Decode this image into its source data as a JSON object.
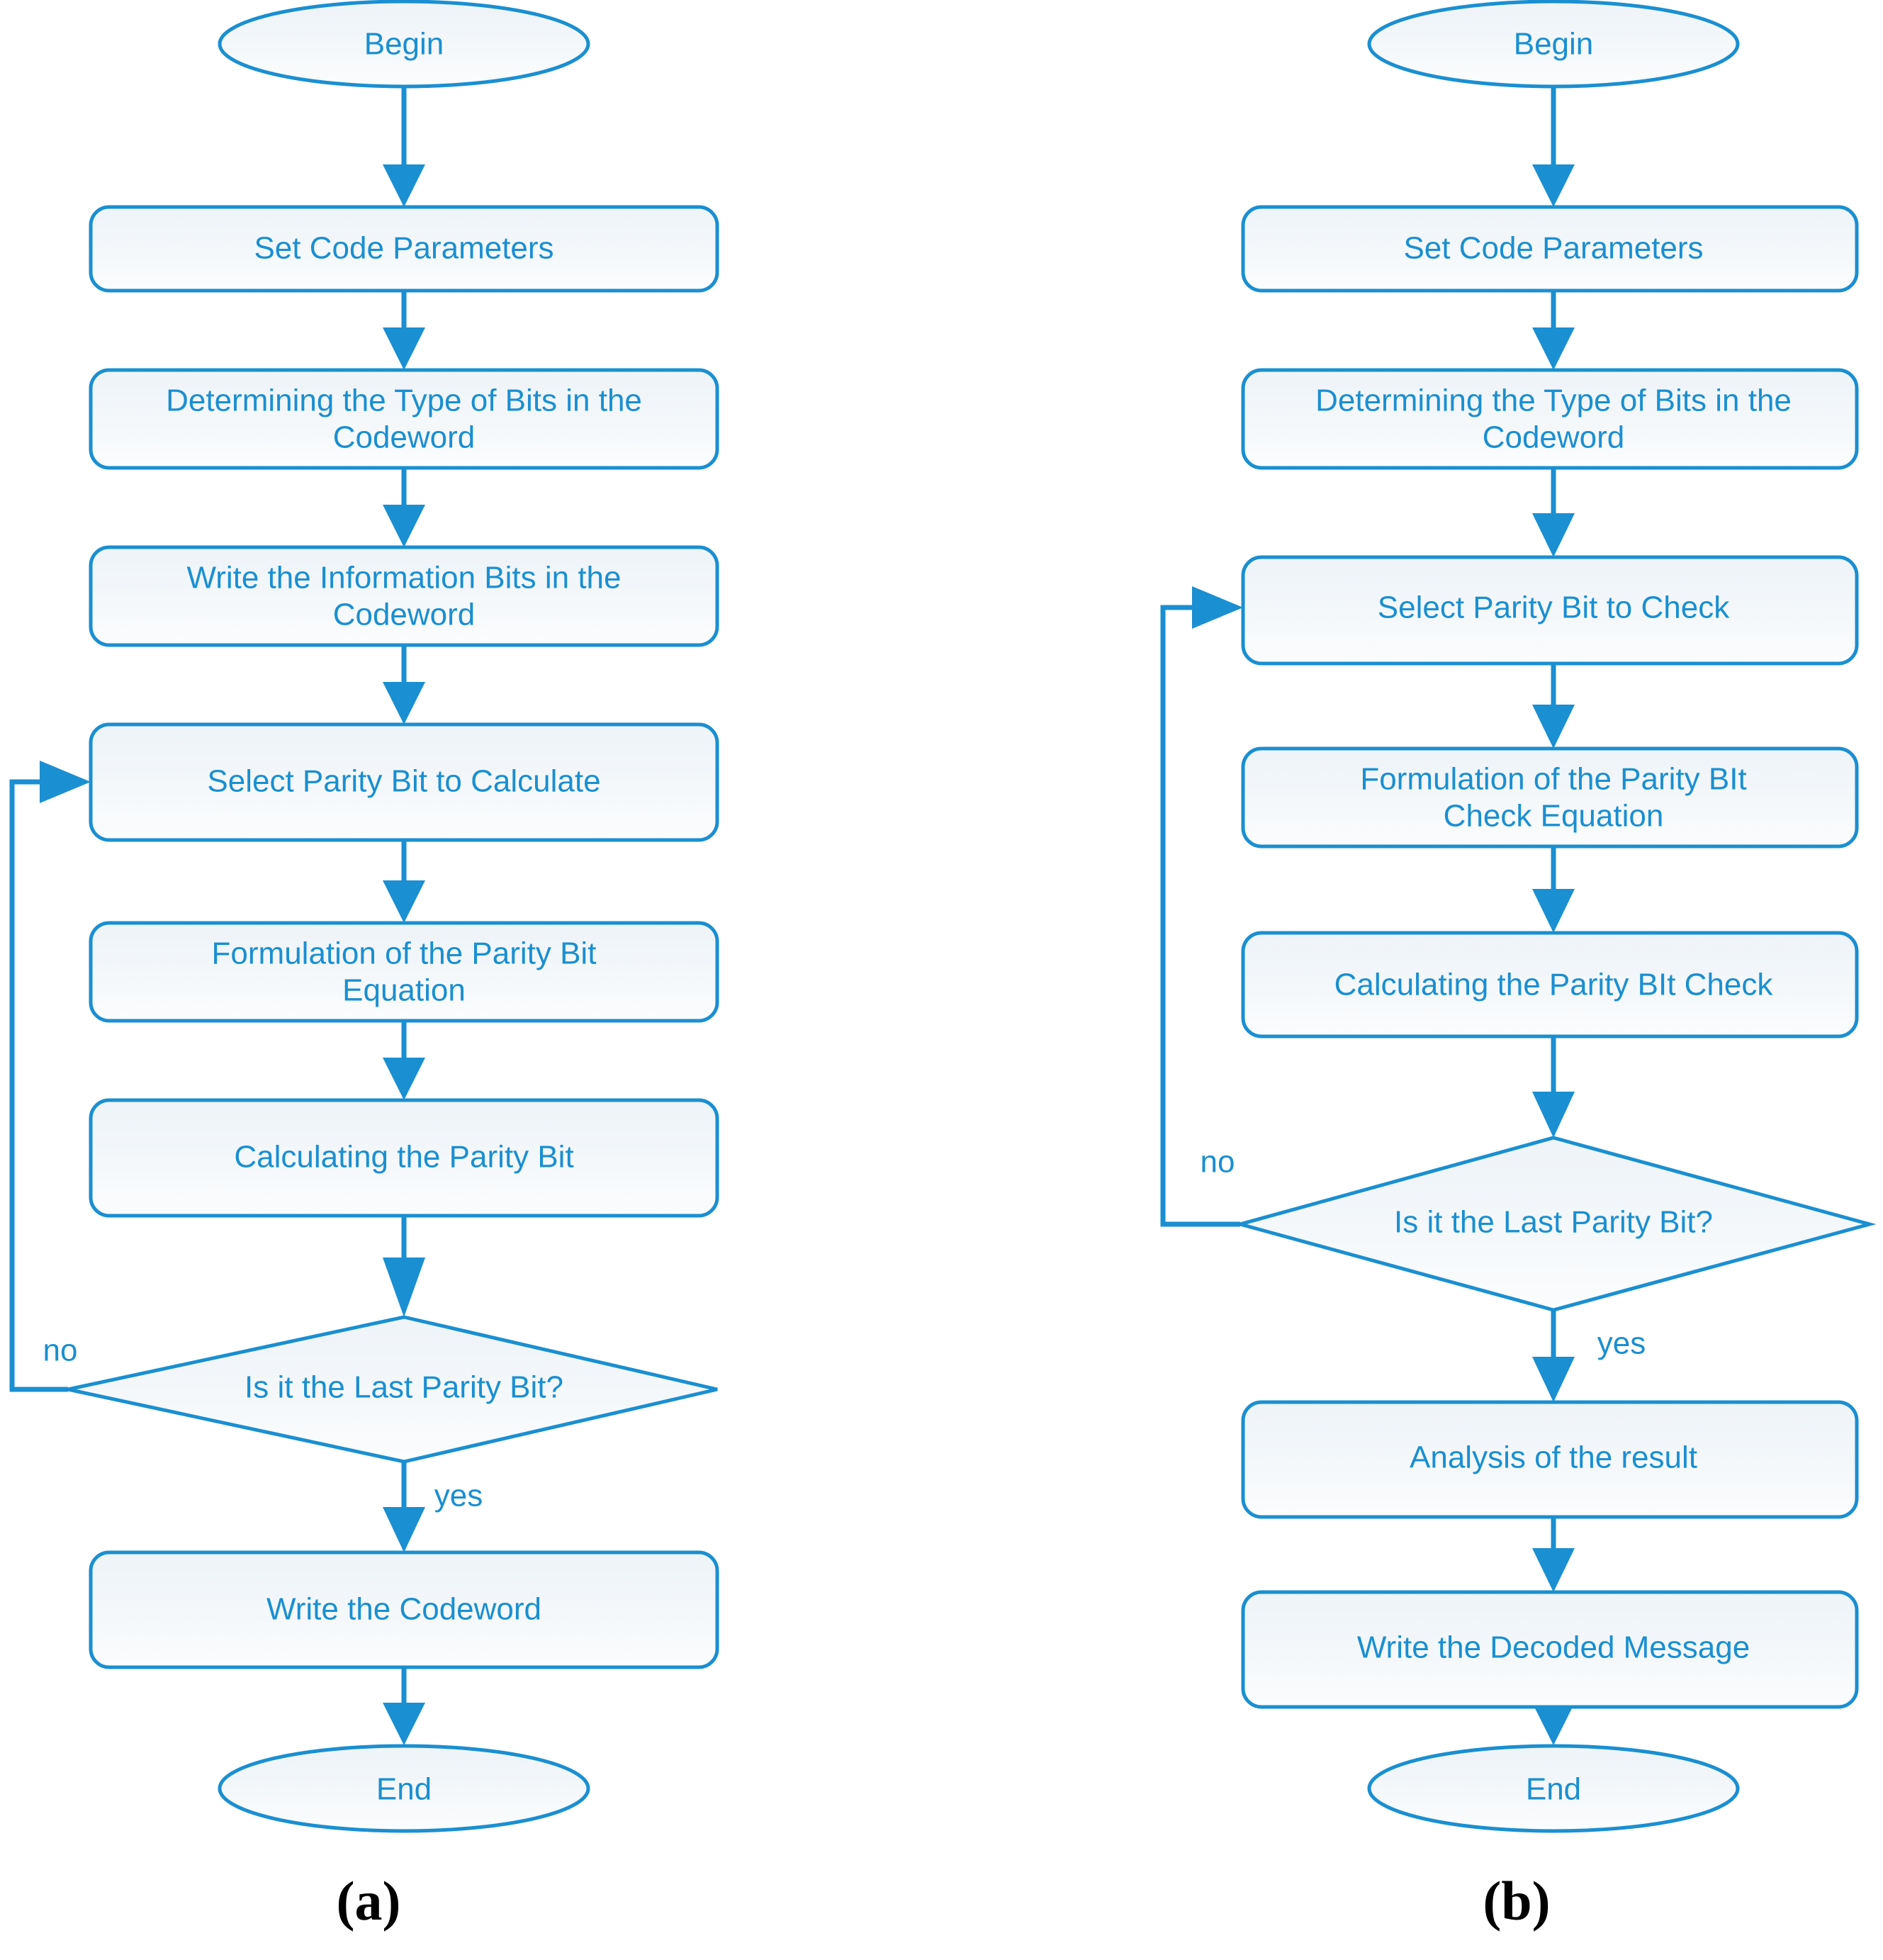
{
  "figure": {
    "type": "flowchart",
    "background_color": "#ffffff",
    "accent_color": "#1a8fd1",
    "node_fill_color": "#f2f6fa",
    "text_color": "#1a8fd1",
    "caption_color": "#000000"
  },
  "panels": [
    {
      "id": "a",
      "caption": "(a)",
      "nodes": [
        {
          "id": "a-begin",
          "shape": "terminal",
          "label": "Begin"
        },
        {
          "id": "a-setparams",
          "shape": "process",
          "label": "Set Code Parameters"
        },
        {
          "id": "a-bittype",
          "shape": "process",
          "label_line1": "Determining the Type of Bits in the",
          "label_line2": "Codeword"
        },
        {
          "id": "a-writeinfo",
          "shape": "process",
          "label_line1": "Write the Information Bits in the",
          "label_line2": "Codeword"
        },
        {
          "id": "a-selectbit",
          "shape": "process",
          "label": "Select Parity Bit to Calculate"
        },
        {
          "id": "a-formulate",
          "shape": "process",
          "label_line1": "Formulation of the Parity Bit",
          "label_line2": "Equation"
        },
        {
          "id": "a-calculate",
          "shape": "process",
          "label": "Calculating the Parity Bit"
        },
        {
          "id": "a-decision",
          "shape": "decision",
          "label": "Is it the Last Parity Bit?"
        },
        {
          "id": "a-writecw",
          "shape": "process",
          "label": "Write the Codeword"
        },
        {
          "id": "a-end",
          "shape": "terminal",
          "label": "End"
        }
      ],
      "edge_labels": {
        "no": "no",
        "yes": "yes"
      }
    },
    {
      "id": "b",
      "caption": "(b)",
      "nodes": [
        {
          "id": "b-begin",
          "shape": "terminal",
          "label": "Begin"
        },
        {
          "id": "b-setparams",
          "shape": "process",
          "label": "Set Code Parameters"
        },
        {
          "id": "b-bittype",
          "shape": "process",
          "label_line1": "Determining the Type of Bits in the",
          "label_line2": "Codeword"
        },
        {
          "id": "b-selectbit",
          "shape": "process",
          "label": "Select Parity Bit to Check"
        },
        {
          "id": "b-formulate",
          "shape": "process",
          "label_line1": "Formulation of the Parity BIt",
          "label_line2": "Check Equation"
        },
        {
          "id": "b-calculate",
          "shape": "process",
          "label": "Calculating the Parity BIt Check"
        },
        {
          "id": "b-decision",
          "shape": "decision",
          "label": "Is it the Last Parity Bit?"
        },
        {
          "id": "b-analysis",
          "shape": "process",
          "label": "Analysis of the result"
        },
        {
          "id": "b-writemsg",
          "shape": "process",
          "label": "Write the Decoded Message"
        },
        {
          "id": "b-end",
          "shape": "terminal",
          "label": "End"
        }
      ],
      "edge_labels": {
        "no": "no",
        "yes": "yes"
      }
    }
  ]
}
